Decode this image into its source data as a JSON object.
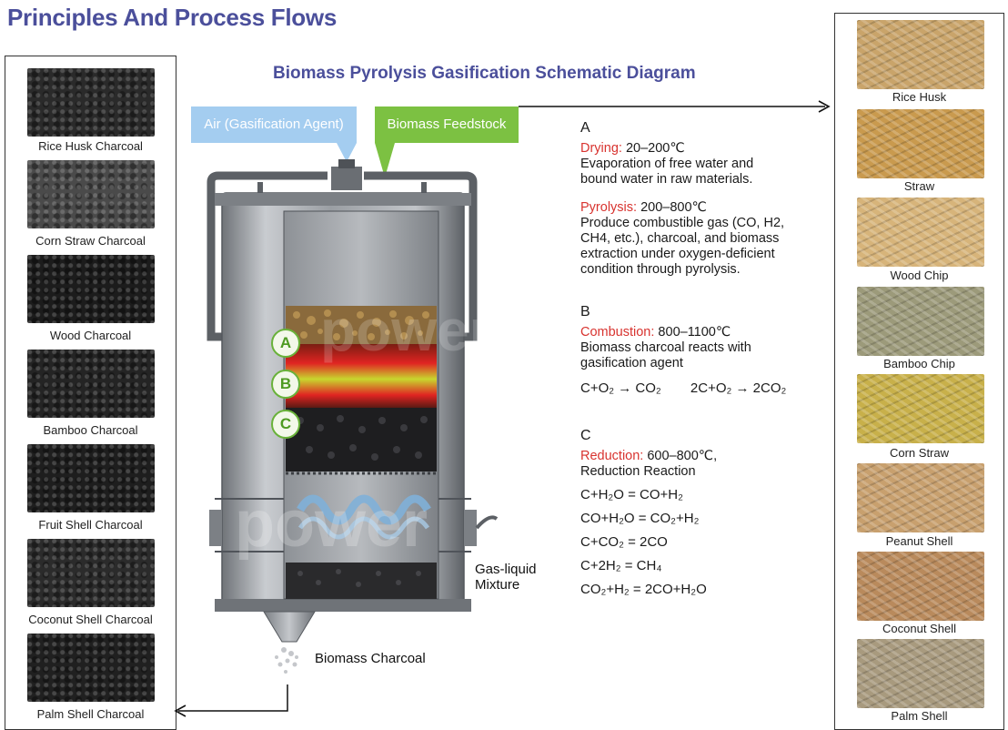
{
  "header": {
    "title": "Principles And Process Flows",
    "subtitle": "Biomass Pyrolysis Gasification Schematic Diagram"
  },
  "left_panel": {
    "items": [
      {
        "label": "Rice Husk Charcoal",
        "color": "#2a2a2a"
      },
      {
        "label": "Corn Straw Charcoal",
        "color": "#4a4a4a"
      },
      {
        "label": "Wood Charcoal",
        "color": "#1c1c1c"
      },
      {
        "label": "Bamboo Charcoal",
        "color": "#242424"
      },
      {
        "label": "Fruit Shell Charcoal",
        "color": "#1e1e1e"
      },
      {
        "label": "Coconut Shell Charcoal",
        "color": "#2b2b2b"
      },
      {
        "label": "Palm Shell Charcoal",
        "color": "#202020"
      }
    ]
  },
  "right_panel": {
    "items": [
      {
        "label": "Rice Husk",
        "color": "#c9a46a"
      },
      {
        "label": "Straw",
        "color": "#c99a4e"
      },
      {
        "label": "Wood Chip",
        "color": "#d7b47a"
      },
      {
        "label": "Bamboo Chip",
        "color": "#9c9a7a"
      },
      {
        "label": "Corn Straw",
        "color": "#c8b04a"
      },
      {
        "label": "Peanut Shell",
        "color": "#c8a06e"
      },
      {
        "label": "Coconut Shell",
        "color": "#b98a5c"
      },
      {
        "label": "Palm Shell",
        "color": "#a89a7e"
      }
    ]
  },
  "tags": {
    "air": "Air (Gasification Agent)",
    "feedstock": "Biomass Feedstock"
  },
  "reactor": {
    "zones": [
      "A",
      "B",
      "C"
    ],
    "gas_liquid": [
      "Gas-liquid",
      "Mixture"
    ],
    "charcoal": "Biomass Charcoal",
    "watermark": "power"
  },
  "sections": {
    "a": {
      "letter": "A",
      "drying_label": "Drying:",
      "drying_range": " 20–200℃",
      "drying_desc": [
        "Evaporation of free water and",
        "bound water in raw materials."
      ],
      "pyrolysis_label": "Pyrolysis:",
      "pyrolysis_range": " 200–800℃",
      "pyrolysis_desc": [
        "Produce combustible gas (CO, H2,",
        "CH4, etc.), charcoal, and biomass",
        "extraction under oxygen-deficient",
        "condition through pyrolysis."
      ]
    },
    "b": {
      "letter": "B",
      "combustion_label": "Combustion:",
      "combustion_range": " 800–1100℃",
      "combustion_desc": [
        "Biomass charcoal reacts with",
        "gasification agent"
      ],
      "eq1": "C+O₂ → CO₂",
      "eq2": "2C+O₂ → 2CO₂"
    },
    "c": {
      "letter": "C",
      "reduction_label": "Reduction:",
      "reduction_range": " 600–800℃,",
      "reduction_desc": "Reduction Reaction",
      "equations": [
        "C+H₂O = CO+H₂",
        "CO+H₂O = CO₂+H₂",
        "C+CO₂ = 2CO",
        "C+2H₂ = CH₄",
        "CO₂+H₂ = 2CO+H₂O"
      ]
    }
  }
}
